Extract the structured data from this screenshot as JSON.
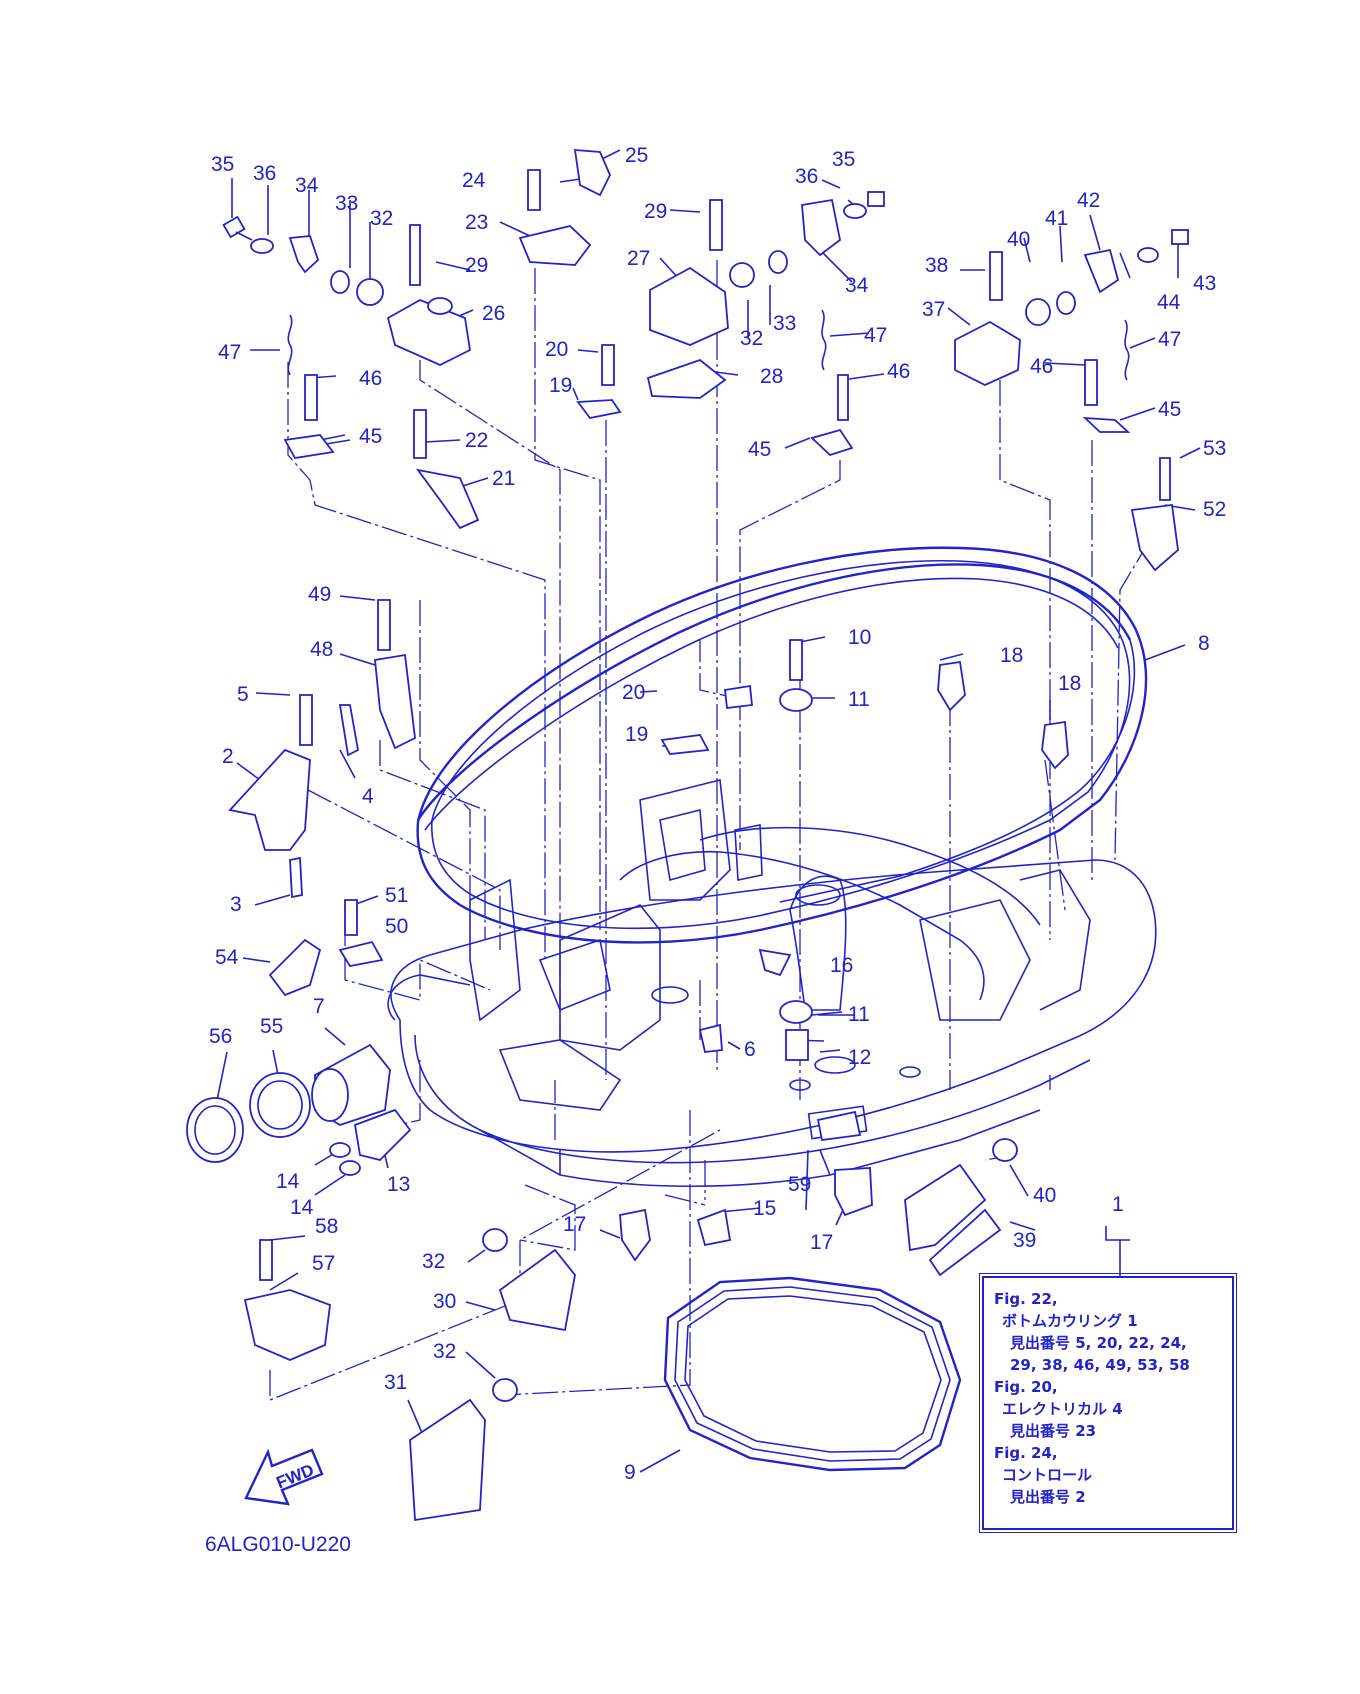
{
  "drawing_code": "6ALG010-U220",
  "fwd_label": "FWD",
  "colors": {
    "ink": "#2323c8",
    "paper": "#ffffff"
  },
  "callouts": [
    "1",
    "2",
    "3",
    "4",
    "5",
    "6",
    "7",
    "8",
    "9",
    "10",
    "11",
    "11",
    "12",
    "13",
    "14",
    "14",
    "15",
    "16",
    "17",
    "17",
    "18",
    "18",
    "19",
    "19",
    "20",
    "20",
    "21",
    "22",
    "23",
    "24",
    "25",
    "26",
    "27",
    "28",
    "29",
    "29",
    "30",
    "31",
    "32",
    "32",
    "32",
    "32",
    "33",
    "33",
    "34",
    "34",
    "35",
    "35",
    "36",
    "36",
    "37",
    "38",
    "39",
    "40",
    "40",
    "41",
    "42",
    "43",
    "44",
    "45",
    "45",
    "45",
    "46",
    "46",
    "46",
    "47",
    "47",
    "47",
    "48",
    "49",
    "50",
    "51",
    "52",
    "53",
    "54",
    "55",
    "56",
    "57",
    "58",
    "59"
  ],
  "reference": {
    "fig22_title": "Fig. 22,",
    "fig22_desc": "ボトムカウリング 1",
    "fig22_items_1": "見出番号 5, 20, 22, 24,",
    "fig22_items_2": "29, 38, 46, 49, 53, 58",
    "fig20_title": "Fig. 20,",
    "fig20_desc": "エレクトリカル 4",
    "fig20_items": "見出番号 23",
    "fig24_title": "Fig. 24,",
    "fig24_desc": "コントロール",
    "fig24_items": "見出番号 2"
  }
}
